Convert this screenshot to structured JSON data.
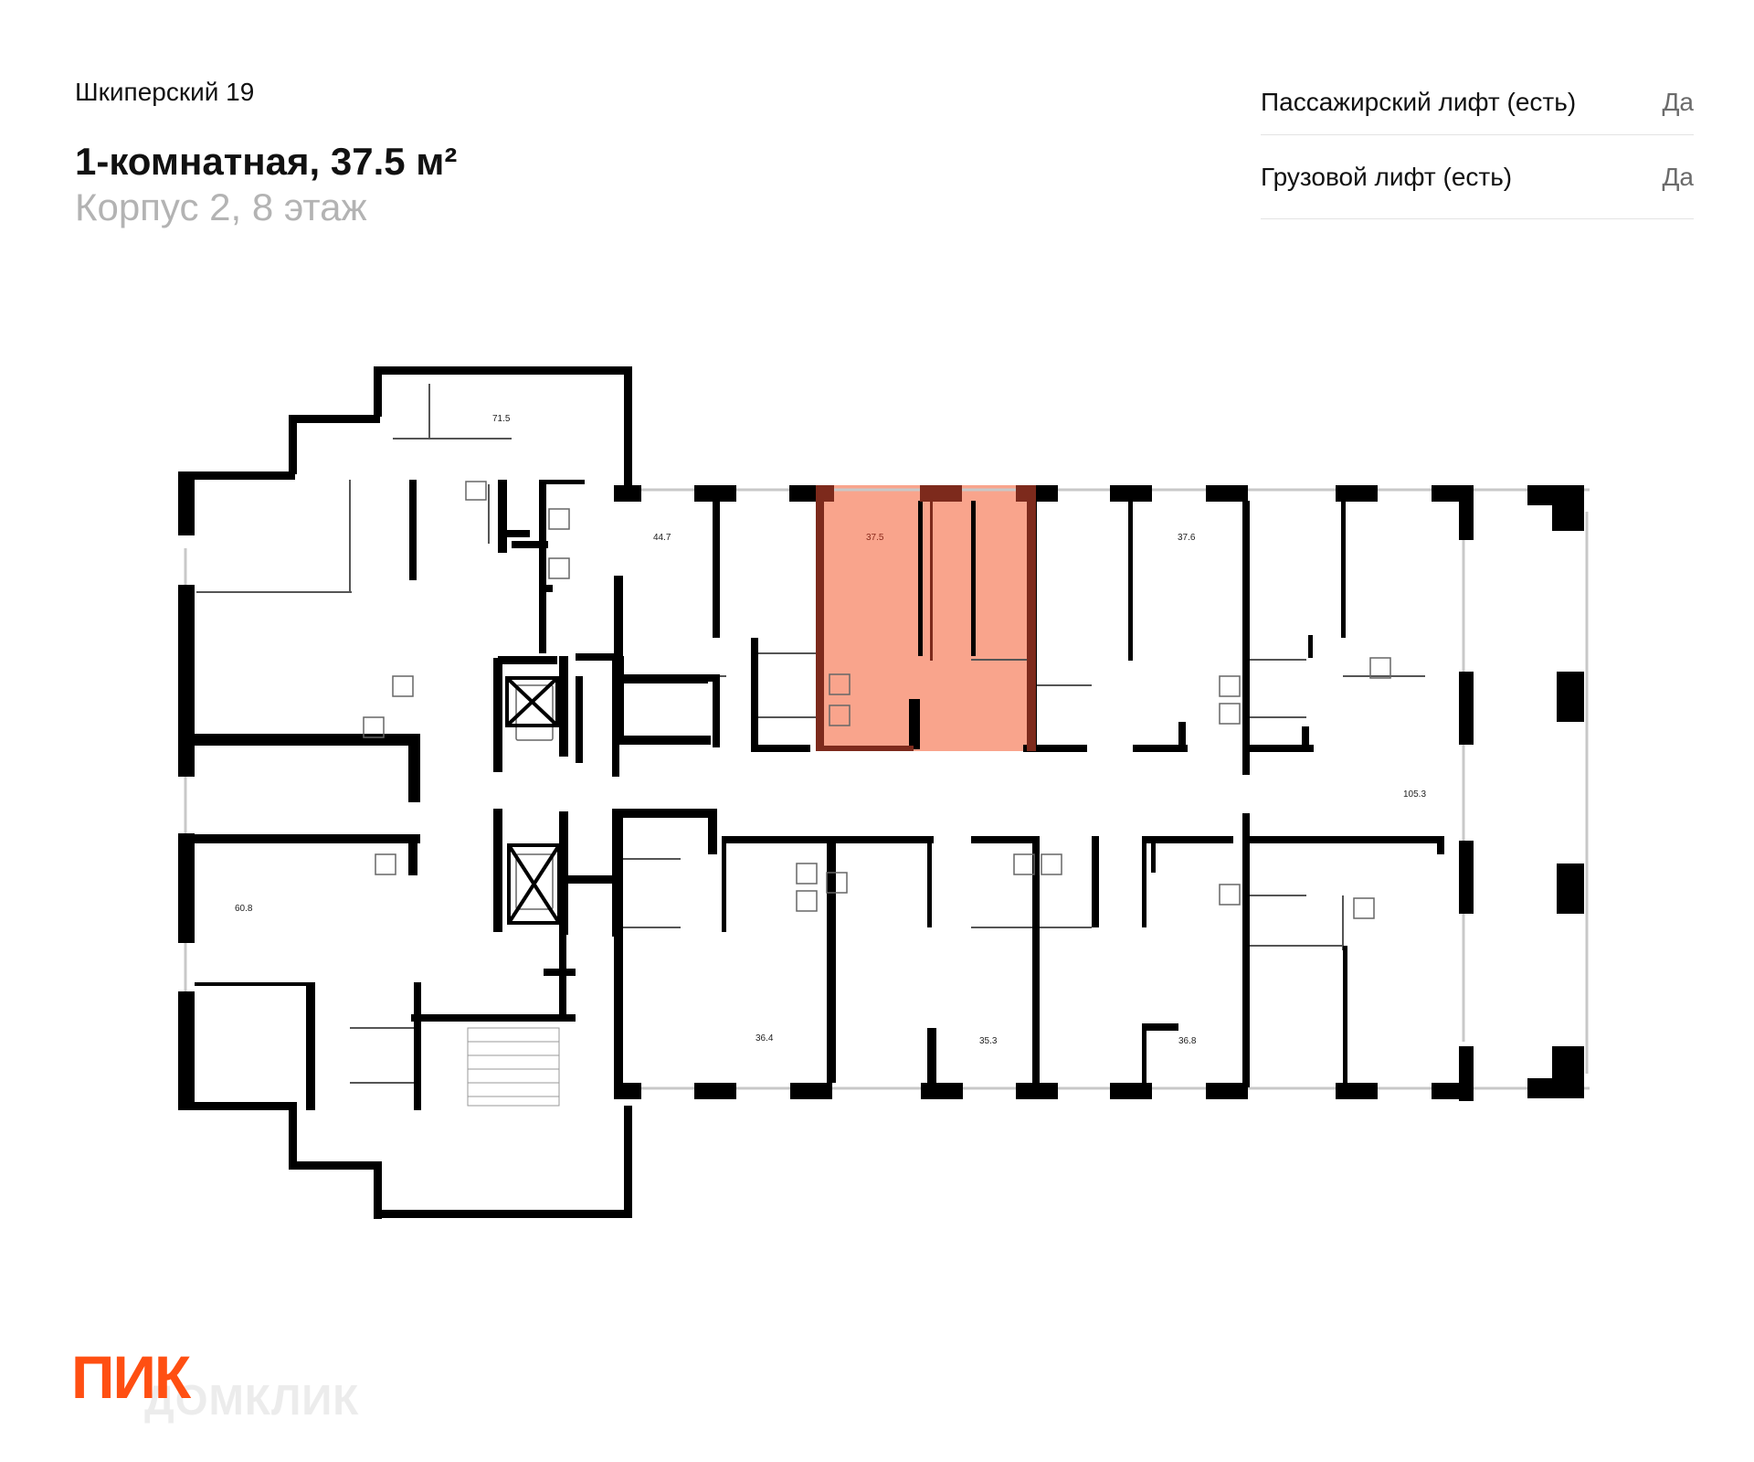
{
  "header": {
    "project": "Шкиперский 19",
    "title": "1-комнатная, 37.5 м²",
    "subtitle": "Корпус 2, 8 этаж"
  },
  "features": [
    {
      "label": "Пассажирский лифт (есть)",
      "value": "Да"
    },
    {
      "label": "Грузовой лифт (есть)",
      "value": "Да"
    }
  ],
  "plan": {
    "selected_color": "#f9a48c",
    "selected_wall_color": "#7d2a1c",
    "wall_color": "#000000",
    "rooms": {
      "r71": "71.5",
      "r44": "44.7",
      "r375": "37.5",
      "r376": "37.6",
      "r105": "105.3",
      "r60": "60.8",
      "r364": "36.4",
      "r353": "35.3",
      "r368": "36.8"
    }
  },
  "logo": {
    "text": "ПИК",
    "color": "#ff4f12",
    "watermark": "ДОМКЛИК"
  }
}
